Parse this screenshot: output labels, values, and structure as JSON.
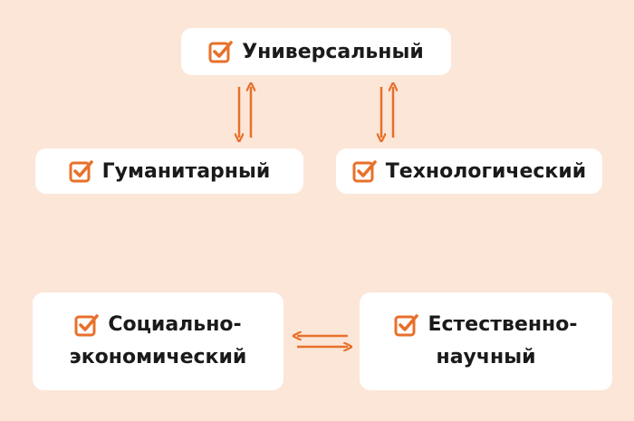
{
  "colors": {
    "background": "#fbe6d8",
    "box": "#ffffff",
    "accent": "#e8702a",
    "text": "#1a1a1a"
  },
  "icon": "checkbox-checked-icon",
  "nodes": {
    "universal": {
      "label": "Универсальный"
    },
    "humanities": {
      "label": "Гуманитарный"
    },
    "technology": {
      "label": "Технологический"
    },
    "social": {
      "line1": "Социально-",
      "line2": "экономический"
    },
    "natural": {
      "line1": "Естественно-",
      "line2": "научный"
    }
  }
}
